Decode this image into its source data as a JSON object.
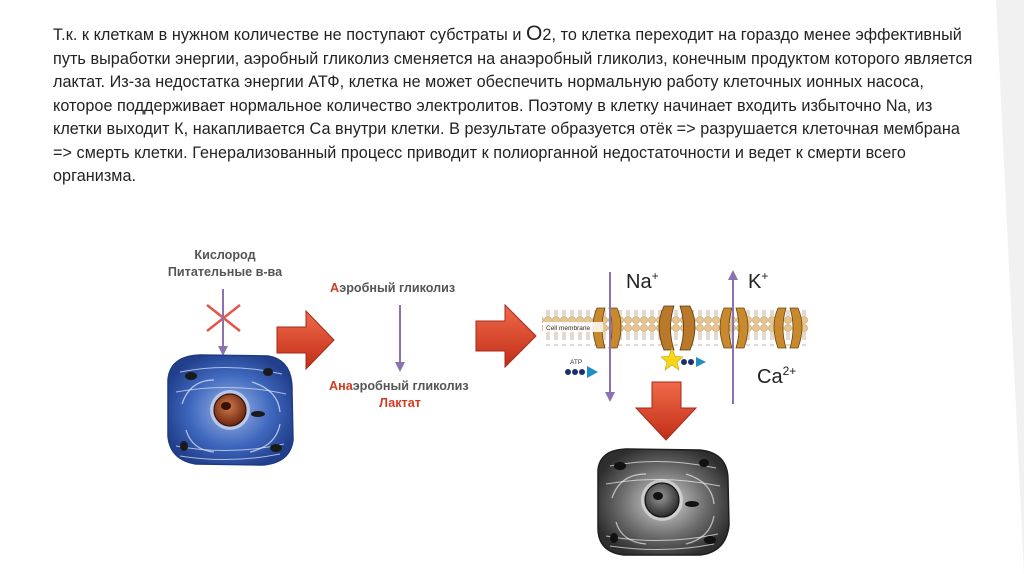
{
  "paragraph": {
    "p1": "Т.к. к клеткам в нужном количестве не поступают субстраты и ",
    "o": "О",
    "o_sub": "2",
    "p2": ", то клетка переходит на гораздо менее эффективный путь выработки энергии, аэробный гликолиз сменяется на анаэробный гликолиз, конечным продуктом которого является лактат. Из-за недостатка энергии АТФ, клетка не может обеспечить нормальную работу клеточных ионных насоса, которое поддерживает нормальное количество электролитов. Поэтому в клетку начинает входить избыточно Na, из клетки выходит К, накапливается Са внутри клетки. В результате образуется отёк => разрушается клеточная мембрана => смерть клетки. Генерализованный процесс приводит к полиорганной недостаточности и ведет к смерти всего организма."
  },
  "diagram": {
    "oxygen_label": "Кислород",
    "nutrients_label": "Питательные в-ва",
    "aerobic_prefix": "А",
    "aerobic_rest": "эробный гликолиз",
    "anaerobic_prefix": "Ана",
    "anaerobic_rest": "эробный гликолиз",
    "lactate_label": "Лактат",
    "membrane_label": "Cell membrane",
    "atp_label": "ATP",
    "na_label": "Na",
    "na_charge": "+",
    "k_label": "K",
    "k_charge": "+",
    "ca_label": "Ca",
    "ca_charge": "2+"
  },
  "colors": {
    "arrow_red": "#d9442a",
    "arrow_purple": "#8a73b0",
    "cell_blue": "#3a63b8",
    "nucleus_brown": "#8b3a1e",
    "channel_orange": "#c98a2e",
    "membrane_head": "#e7c48a",
    "atp_blue": "#1f8fc1"
  }
}
